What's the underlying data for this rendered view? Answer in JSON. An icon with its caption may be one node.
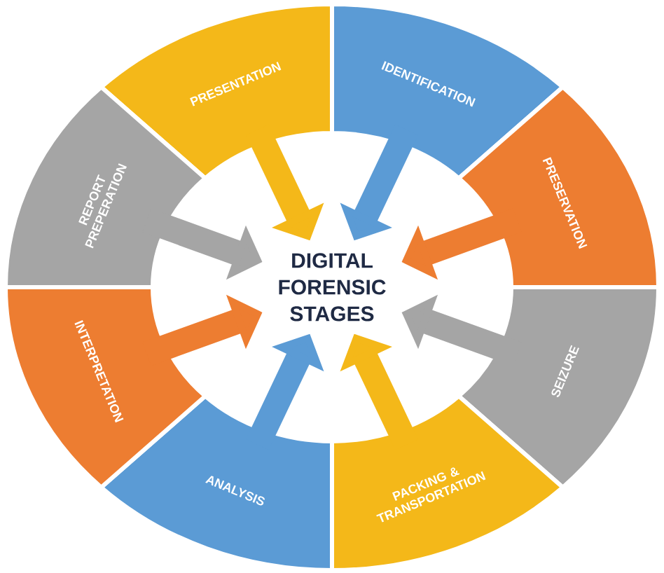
{
  "diagram": {
    "nodes": [
      {
        "text": [
          "DIGITAL FORENSIC STAGES"
        ]
      },
      {
        "text": [
          "PRESENTATION"
        ]
      },
      {
        "text": [
          "IDENTIFICATION"
        ]
      },
      {
        "text": [
          "PRESERVATION"
        ]
      },
      {
        "text": [
          "SEIZURE"
        ]
      },
      {
        "text": [
          "PACKING & TRANSPORTATION"
        ]
      },
      {
        "text": [
          "ANALYSIS"
        ]
      },
      {
        "text": [
          "INTERPRETATION"
        ]
      },
      {
        "text": [
          "REPORT PREPERATION"
        ]
      }
    ],
    "edges": [
      {
        "from": 1,
        "to": 0,
        "arrow": "to",
        "color": "#f4b819"
      },
      {
        "from": 2,
        "to": 0,
        "arrow": "to",
        "color": "#5b9bd5"
      },
      {
        "from": 3,
        "to": 0,
        "arrow": "to",
        "color": "#ed7d31"
      },
      {
        "from": 4,
        "to": 0,
        "arrow": "to",
        "color": "#a5a5a5"
      },
      {
        "from": 5,
        "to": 0,
        "arrow": "to",
        "color": "#f4b819"
      },
      {
        "from": 6,
        "to": 0,
        "arrow": "to",
        "color": "#5b9bd5"
      },
      {
        "from": 7,
        "to": 0,
        "arrow": "to",
        "color": "#ed7d31"
      },
      {
        "from": 8,
        "to": 0,
        "arrow": "to",
        "color": "#a5a5a5"
      }
    ]
  }
}
